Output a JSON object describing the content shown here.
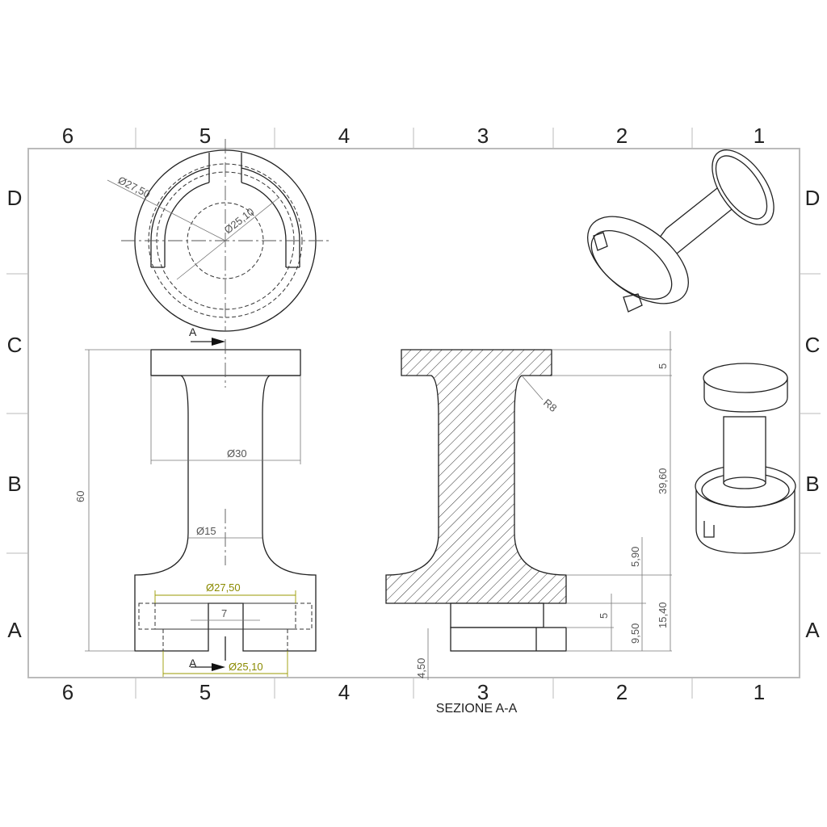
{
  "zones": {
    "columns": [
      "6",
      "5",
      "4",
      "3",
      "2",
      "1"
    ],
    "rows": [
      "D",
      "C",
      "B",
      "A"
    ]
  },
  "top_view": {
    "dim_outer": "Ø27,50",
    "dim_inner": "Ø25,10"
  },
  "front_view": {
    "section_marker": "A",
    "dim_height": "60",
    "dim_flange": "Ø30",
    "dim_shaft": "Ø15",
    "dim_base_outer": "Ø27,50",
    "dim_slot": "7",
    "dim_base_inner": "Ø25,10"
  },
  "section_view": {
    "title": "SEZIONE A-A",
    "dim_radius": "R8",
    "dim_top": "5",
    "dim_shaft_len": "39,60",
    "dim_fillet_stack": "5,90",
    "dim_step": "5",
    "dim_lower": "9,50",
    "dim_base_total": "15,40",
    "dim_bottom": "4,50"
  },
  "colors": {
    "frame": "#bbbbbb",
    "ink": "#222222",
    "dimension": "#777777",
    "highlight_dimension": "#9a9a00"
  }
}
